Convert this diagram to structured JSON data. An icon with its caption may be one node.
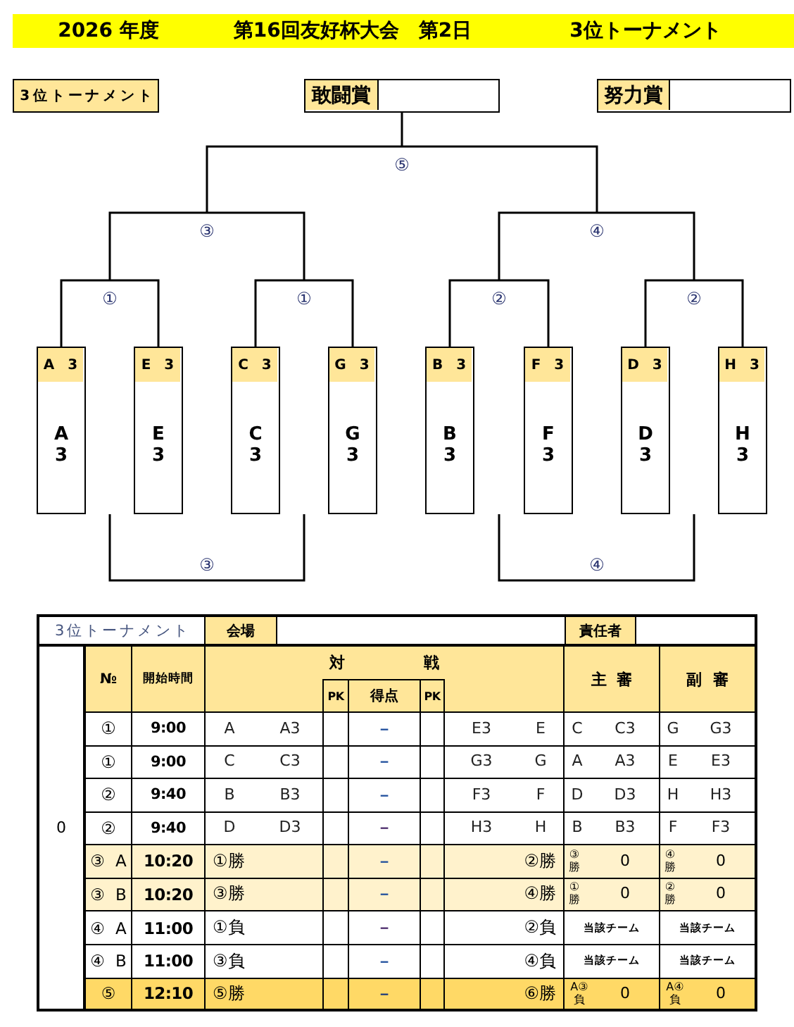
{
  "diagram": {
    "nodes": [
      {
        "text": [
          "3位トーナメント"
        ]
      },
      {
        "text": [
          "敢闘賞"
        ]
      },
      {
        "text": [
          "努力賞"
        ]
      },
      {
        "text": [
          "A 3",
          "A 3"
        ]
      },
      {
        "text": [
          "E 3",
          "E 3"
        ]
      },
      {
        "text": [
          "C 3",
          "C 3"
        ]
      },
      {
        "text": [
          "G 3",
          "G 3"
        ]
      },
      {
        "text": [
          "B 3",
          "B 3"
        ]
      },
      {
        "text": [
          "F 3",
          "F 3"
        ]
      },
      {
        "text": [
          "D 3",
          "D 3"
        ]
      },
      {
        "text": [
          "H 3",
          "H 3"
        ]
      },
      {
        "text": [
          "3位トーナメント"
        ]
      }
    ],
    "edges": [
      {
        "from": 3,
        "to": 1,
        "arrow": "none"
      },
      {
        "from": 4,
        "to": 1,
        "arrow": "none"
      },
      {
        "from": 5,
        "to": 1,
        "arrow": "none"
      },
      {
        "from": 6,
        "to": 1,
        "arrow": "none"
      },
      {
        "from": 7,
        "to": 1,
        "arrow": "none"
      },
      {
        "from": 8,
        "to": 1,
        "arrow": "none"
      },
      {
        "from": 9,
        "to": 1,
        "arrow": "none"
      },
      {
        "from": 10,
        "to": 1,
        "arrow": "none"
      }
    ],
    "labels": [
      "2026 年度",
      "第16回友好杯大会　第2日",
      "3位トーナメント",
      "⑤",
      "③",
      "④",
      "①",
      "①",
      "②",
      "②",
      "③",
      "④",
      "会場",
      "責任者",
      "№",
      "開始時間",
      "対戦",
      "主審",
      "副審",
      "PK",
      "得点",
      "PK",
      "①",
      "9:00",
      "A",
      "A3",
      "－",
      "E3",
      "E",
      "C",
      "C3",
      "G",
      "G3",
      "①",
      "9:00",
      "C",
      "C3",
      "－",
      "G3",
      "G",
      "A",
      "A3",
      "E",
      "E3",
      "②",
      "9:40",
      "B",
      "B3",
      "－",
      "F3",
      "F",
      "D",
      "D3",
      "H",
      "H3",
      "0",
      "②",
      "9:40",
      "D",
      "D3",
      "－",
      "H3",
      "H",
      "B",
      "B3",
      "F",
      "F3",
      "③ A",
      "10:20",
      "①勝",
      "－",
      "②勝",
      "③勝",
      "0",
      "④勝",
      "0",
      "③ B",
      "10:20",
      "③勝",
      "－",
      "④勝",
      "①勝",
      "0",
      "②勝",
      "0",
      "④ A",
      "11:00",
      "①負",
      "－",
      "②負",
      "当該チーム",
      "当該チーム",
      "④ B",
      "11:00",
      "③負",
      "－",
      "④負",
      "当該チーム",
      "当該チーム",
      "⑤",
      "12:10",
      "⑤勝",
      "－",
      "⑥勝",
      "A③負",
      "0",
      "A④負",
      "0"
    ]
  }
}
